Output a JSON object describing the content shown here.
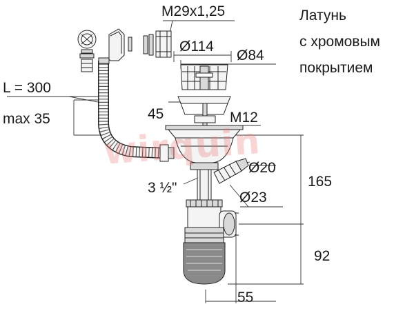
{
  "watermark": "wirquin",
  "material_note": [
    "Латунь",
    "с хромовым",
    "покрытием"
  ],
  "dimensions": {
    "thread": "M29x1,25",
    "strainer_outer": "Ø114",
    "strainer_inner": "Ø84",
    "hose_length": "L = 300",
    "overflow_max": "max 35",
    "strainer_depth": "45",
    "bolt": "M12",
    "branch_small": "Ø20",
    "branch_large": "Ø23",
    "outlet_size": "3 ½\"",
    "height_total": "165",
    "height_bottle": "92",
    "outlet_offset": "55"
  },
  "colors": {
    "line": "#222222",
    "fill_light": "#f4f4f4",
    "fill_mid": "#d9d9d9",
    "fill_dark": "#8a8a8a",
    "watermark": "#ec7878"
  }
}
